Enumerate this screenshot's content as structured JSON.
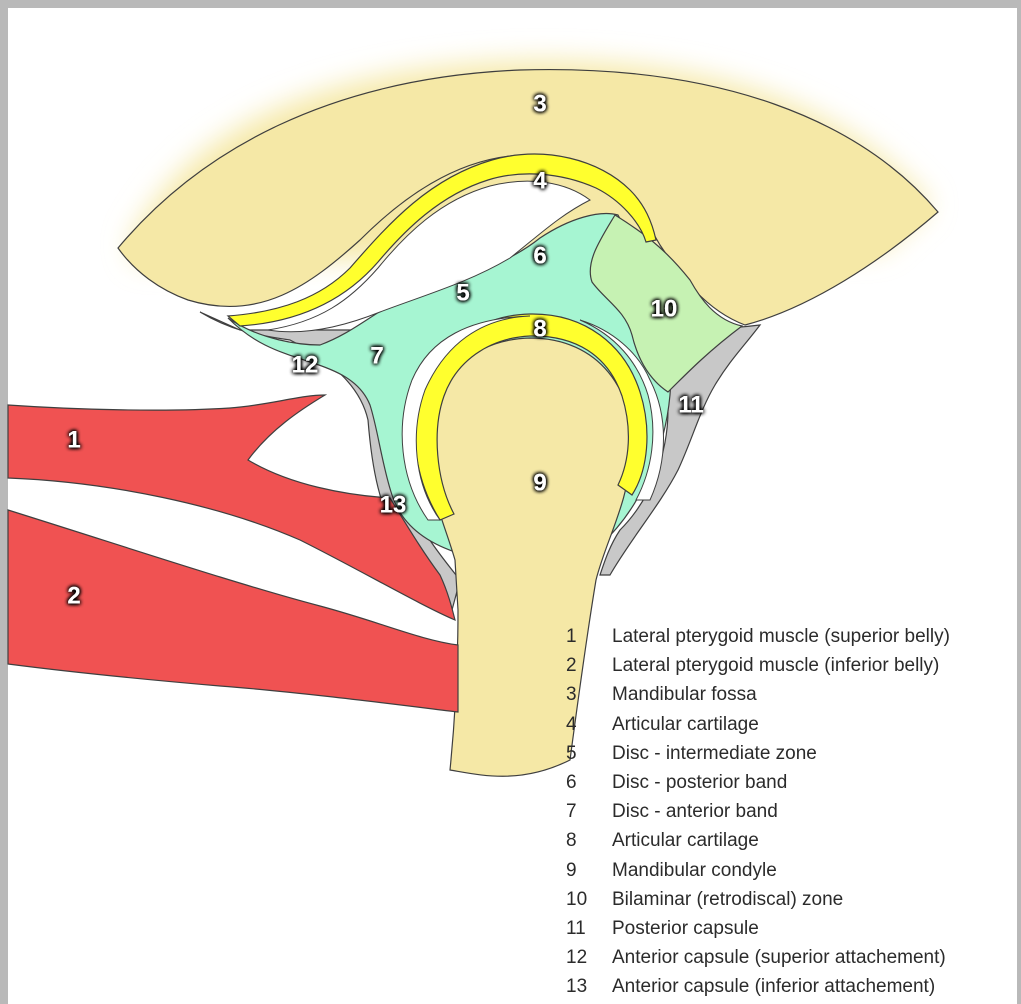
{
  "colors": {
    "bone": "#f5e8a6",
    "cartilage": "#ffff2e",
    "disc": "#a6f5d2",
    "retrodiscal": "#c6f2b3",
    "capsule": "#c8c8c8",
    "muscle": "#f05252",
    "outline": "#3f3f3f"
  },
  "labels": {
    "l1": "1",
    "l2": "2",
    "l3": "3",
    "l4": "4",
    "l5": "5",
    "l6": "6",
    "l7": "7",
    "l8": "8",
    "l9": "9",
    "l10": "10",
    "l11": "11",
    "l12": "12",
    "l13": "13"
  },
  "legend": [
    {
      "num": "1",
      "text": "Lateral pterygoid muscle (superior belly)"
    },
    {
      "num": "2",
      "text": "Lateral pterygoid muscle (inferior belly)"
    },
    {
      "num": "3",
      "text": "Mandibular fossa"
    },
    {
      "num": "4",
      "text": "Articular cartilage"
    },
    {
      "num": "5",
      "text": "Disc - intermediate zone"
    },
    {
      "num": "6",
      "text": "Disc - posterior band"
    },
    {
      "num": "7",
      "text": "Disc - anterior band"
    },
    {
      "num": "8",
      "text": "Articular cartilage"
    },
    {
      "num": "9",
      "text": "Mandibular condyle"
    },
    {
      "num": "10",
      "text": "Bilaminar (retrodiscal) zone"
    },
    {
      "num": "11",
      "text": "Posterior capsule"
    },
    {
      "num": "12",
      "text": "Anterior capsule (superior attachement)"
    },
    {
      "num": "13",
      "text": "Anterior capsule (inferior attachement)"
    }
  ]
}
